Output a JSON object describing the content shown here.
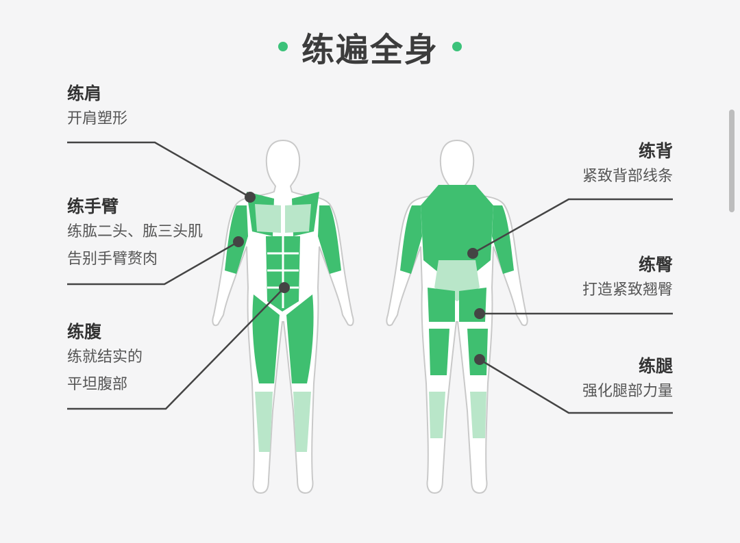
{
  "title": "练遍全身",
  "accent_color": "#3cc27a",
  "muscle_color": "#3fbf70",
  "muscle_light_color": "#b9e6c9",
  "labels": {
    "shoulder": {
      "heading": "练肩",
      "lines": [
        "开肩塑形"
      ]
    },
    "arm": {
      "heading": "练手臂",
      "lines": [
        "练肱二头、肱三头肌",
        "告别手臂赘肉"
      ]
    },
    "abs": {
      "heading": "练腹",
      "lines": [
        "练就结实的",
        "平坦腹部"
      ]
    },
    "back": {
      "heading": "练背",
      "lines": [
        "紧致背部线条"
      ]
    },
    "glute": {
      "heading": "练臀",
      "lines": [
        "打造紧致翘臀"
      ]
    },
    "leg": {
      "heading": "练腿",
      "lines": [
        "强化腿部力量"
      ]
    }
  }
}
